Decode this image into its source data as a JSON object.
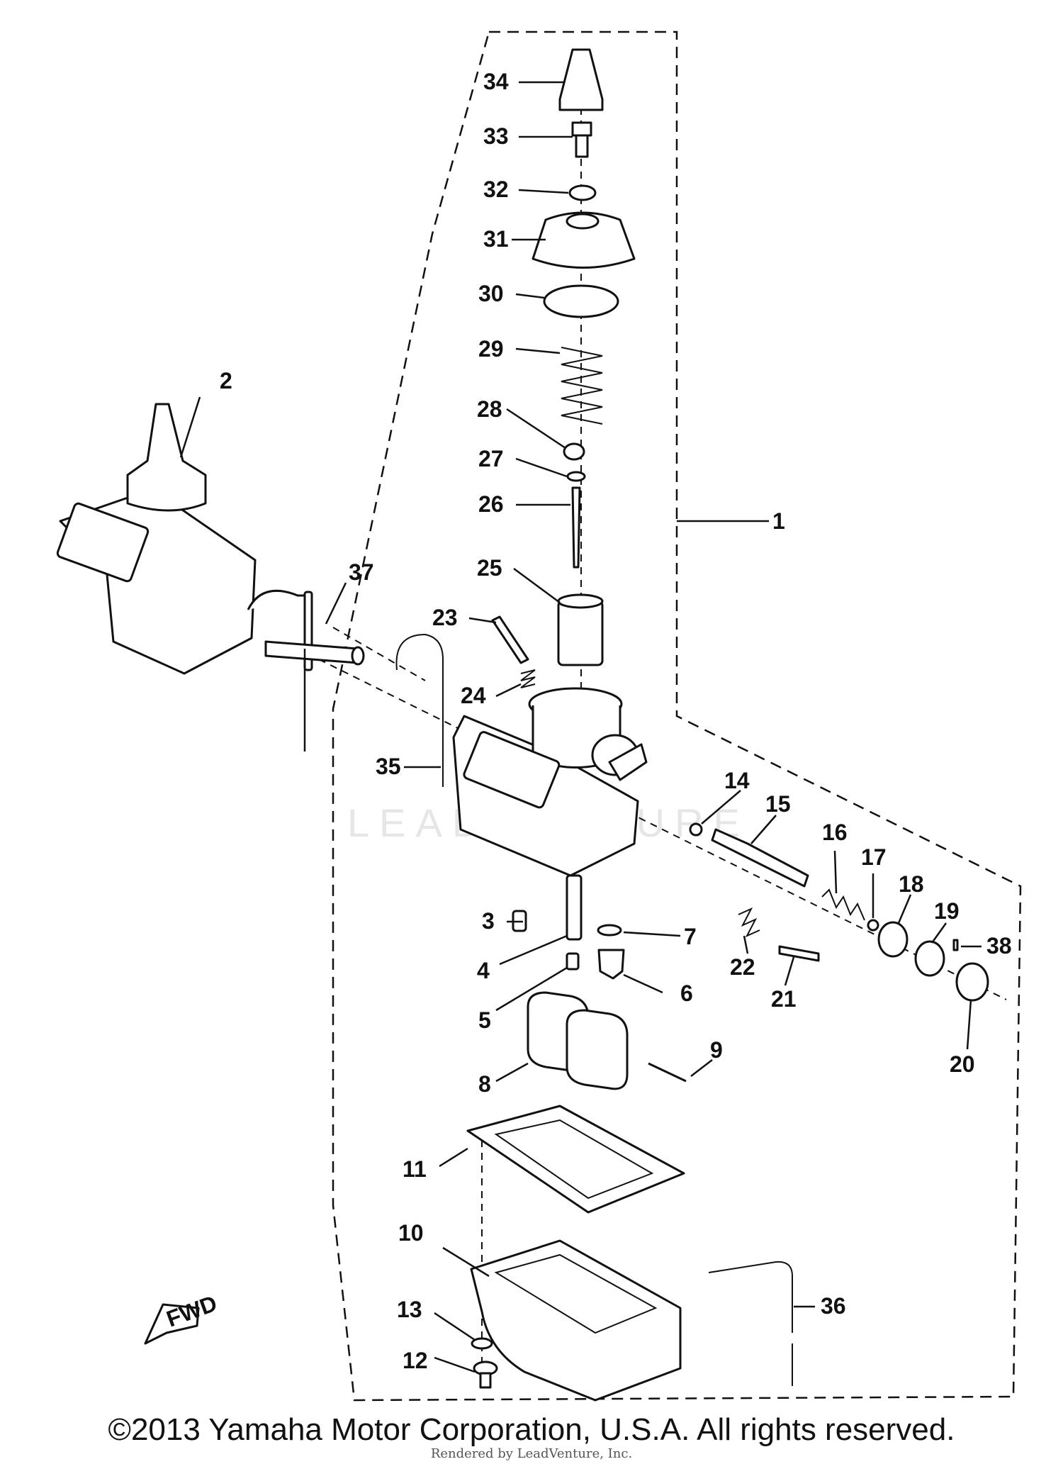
{
  "watermark": "LEADVENTURE",
  "fwd_label": "FWD",
  "callouts": [
    "1",
    "2",
    "3",
    "4",
    "5",
    "6",
    "7",
    "8",
    "9",
    "10",
    "11",
    "12",
    "13",
    "14",
    "15",
    "16",
    "17",
    "18",
    "19",
    "20",
    "21",
    "22",
    "23",
    "24",
    "25",
    "26",
    "27",
    "28",
    "29",
    "30",
    "31",
    "32",
    "33",
    "34",
    "35",
    "36",
    "37",
    "38"
  ],
  "footer": {
    "copyright": "©2013 Yamaha Motor Corporation, U.S.A. All rights reserved.",
    "rendered_by": "Rendered by LeadVenture, Inc."
  }
}
